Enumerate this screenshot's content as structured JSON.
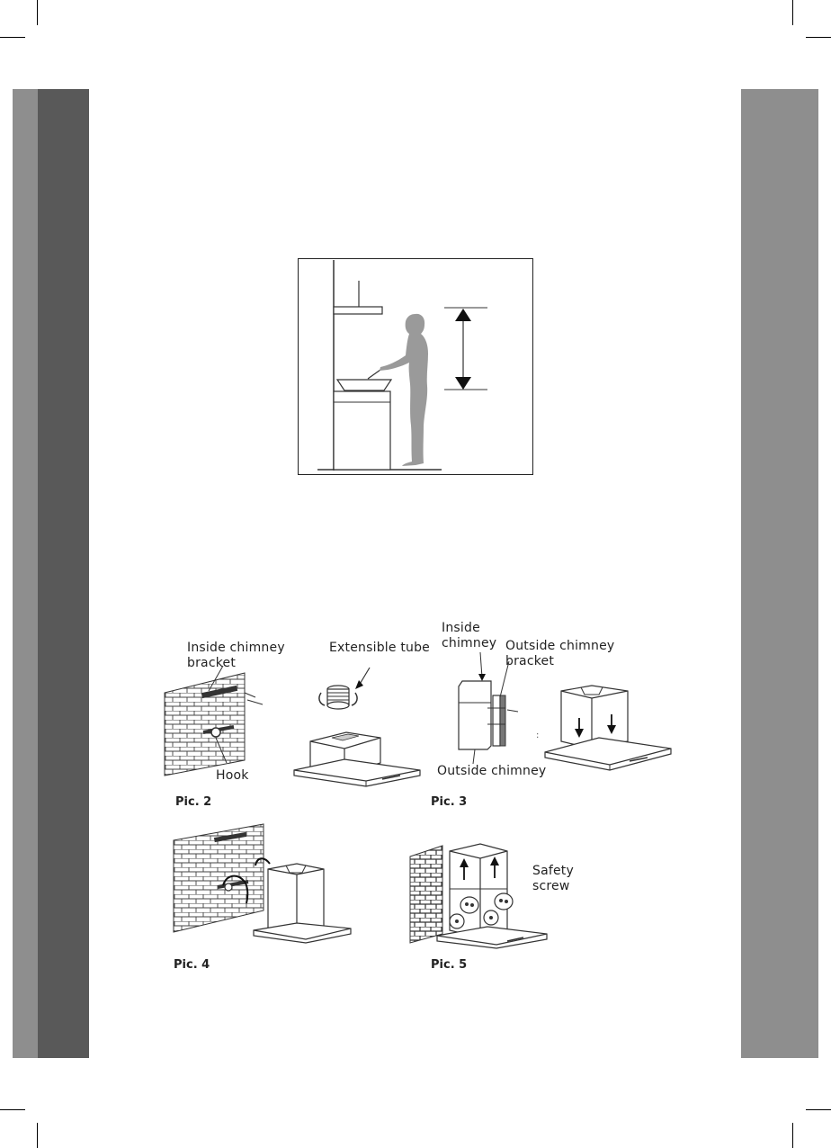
{
  "figure1": {
    "description_none": ""
  },
  "pic2": {
    "caption": "Pic. 2",
    "label_bracket_line1": "Inside chimney",
    "label_bracket_line2": "bracket",
    "label_hook": "Hook",
    "label_tube": "Extensible tube"
  },
  "pic3": {
    "caption": "Pic. 3",
    "label_inside_line1": "Inside",
    "label_inside_line2": "chimney",
    "label_outside_bracket_line1": "Outside chimney",
    "label_outside_bracket_line2": "bracket",
    "label_outside_chimney": "Outside chimney"
  },
  "pic4": {
    "caption": "Pic. 4"
  },
  "pic5": {
    "caption": "Pic. 5",
    "label_safety_line1": "Safety",
    "label_safety_line2": "screw"
  },
  "colors": {
    "band_light": "#8e8e8e",
    "band_dark": "#595959",
    "line": "#222222"
  }
}
